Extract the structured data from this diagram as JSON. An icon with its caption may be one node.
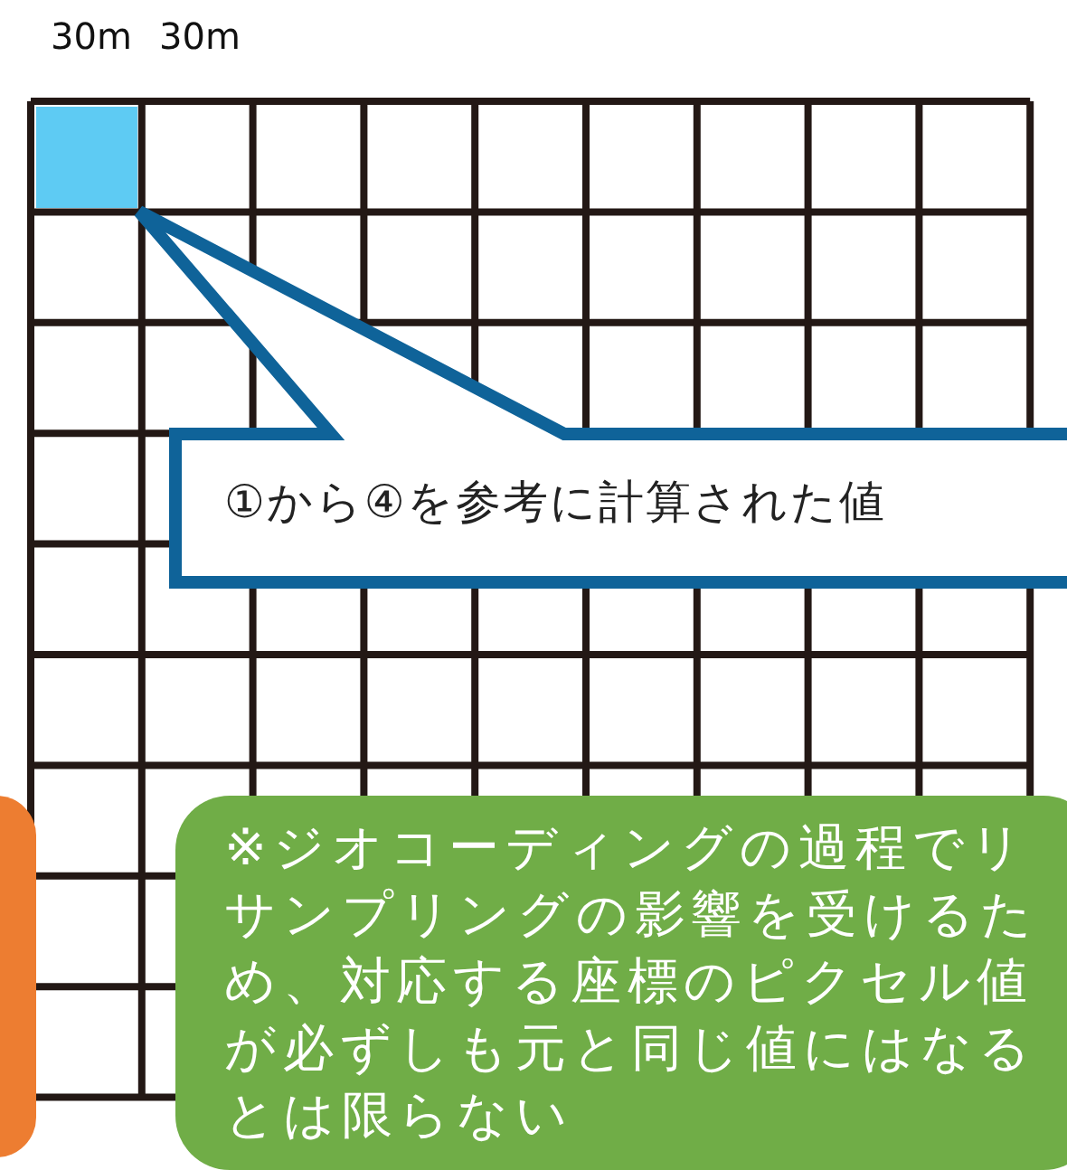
{
  "diagram": {
    "nodes": [
      {
        "text": [
          "①から④を参考に計算された値"
        ]
      },
      {
        "text": [
          "※ジオコーディングの過程でリサンプリングの影響を受けるため、対応する座標のピクセル値が必ずしも元と同じ値にはなるとは限らない"
        ]
      },
      {
        "text": [],
        "shape": "box"
      }
    ],
    "labels": [
      "30m",
      "30m"
    ]
  }
}
